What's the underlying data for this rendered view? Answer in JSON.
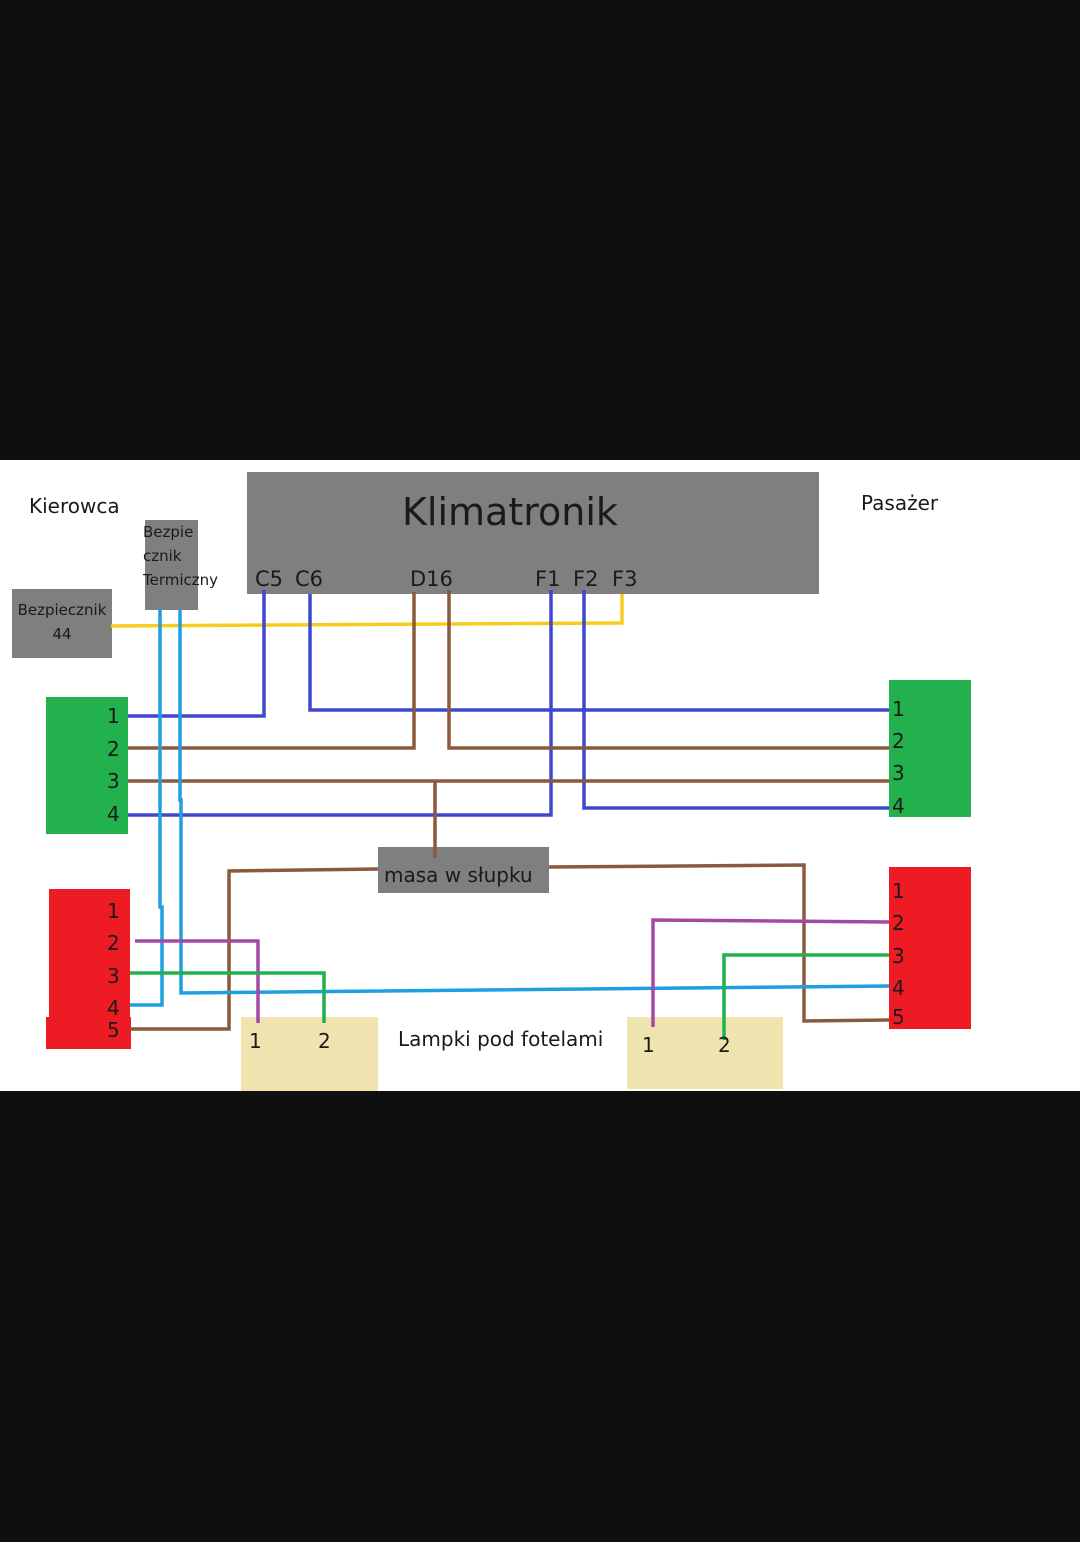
{
  "title": "Klimatronik",
  "labels": {
    "driver": "Kierowca",
    "passenger": "Pasażer",
    "fuse44": "Bezpiecznik 44",
    "thermal_fuse_l1": "Bezpie",
    "thermal_fuse_l2": "cznik",
    "thermal_fuse_l3": "Termiczny",
    "ground": "masa w słupku",
    "lamps": "Lampki pod fotelami"
  },
  "ecu_pins": [
    "C5",
    "C6",
    "D16",
    "F1",
    "F2",
    "F3"
  ],
  "connectors": {
    "driver_green": [
      "1",
      "2",
      "3",
      "4"
    ],
    "passenger_green": [
      "1",
      "2",
      "3",
      "4"
    ],
    "driver_red": [
      "1",
      "2",
      "3",
      "4",
      "5"
    ],
    "passenger_red": [
      "1",
      "2",
      "3",
      "4",
      "5"
    ],
    "lamp_left": [
      "1",
      "2"
    ],
    "lamp_right": [
      "1",
      "2"
    ]
  },
  "colors": {
    "blue": "#3f48cc",
    "light_blue": "#1ea0e0",
    "brown": "#8b5a3c",
    "yellow": "#f5cd1e",
    "purple": "#a349a4",
    "green_wire": "#22b14c",
    "connector_green": "#22b14c",
    "connector_red": "#ed1c24",
    "module_grey": "#7f7f7f",
    "lamp_tan": "#efe4b0"
  }
}
